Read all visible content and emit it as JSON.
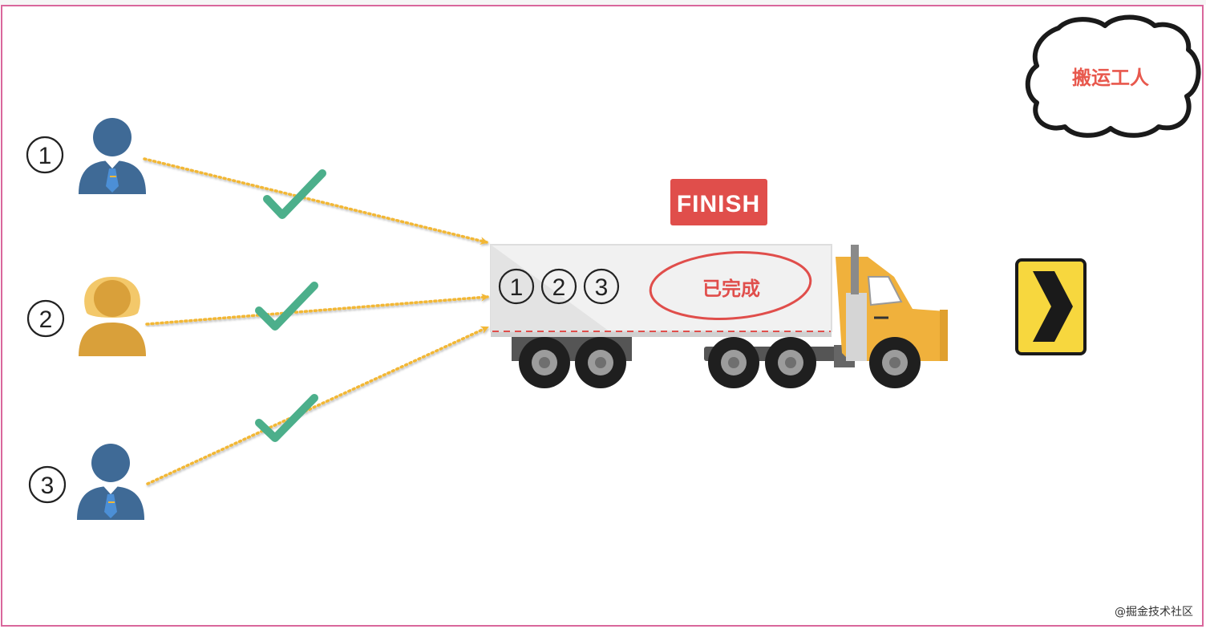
{
  "cloud_label": "搬运工人",
  "finish_label": "FINISH",
  "done_label": "已完成",
  "workers": [
    {
      "number": "1",
      "type": "male"
    },
    {
      "number": "2",
      "type": "female"
    },
    {
      "number": "3",
      "type": "male"
    }
  ],
  "truck_numbers": [
    "1",
    "2",
    "3"
  ],
  "watermark": "@掘金技术社区",
  "colors": {
    "frame": "#d9679c",
    "arrow": "#f2b736",
    "check": "#4caf8b",
    "finish_bg": "#e04e4b",
    "done_text": "#e04e4b",
    "male_worker": "#3f6a96",
    "female_worker": "#d9a03a",
    "cabin": "#f0b13c",
    "sign": "#f7d73e"
  }
}
